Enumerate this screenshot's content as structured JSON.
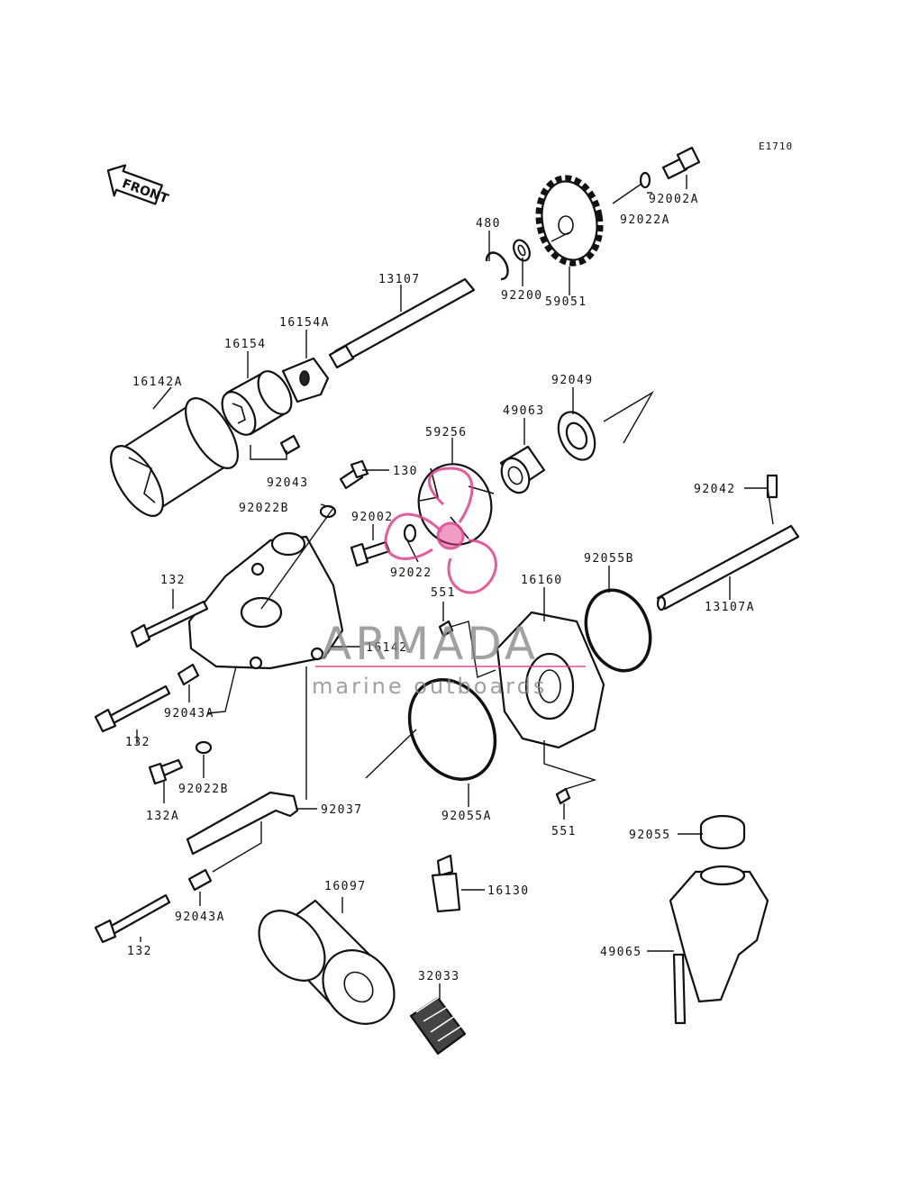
{
  "diagram_code": "E1710",
  "front_label": "FRONT",
  "watermark": {
    "brand": "ARMADA",
    "tagline": "marine outboards",
    "accent": "#e0408a"
  },
  "labels": {
    "p16142A": "16142A",
    "p16154": "16154",
    "p16154A": "16154A",
    "p13107": "13107",
    "p480": "480",
    "p92200": "92200",
    "p59051": "59051",
    "p92022A": "92022A",
    "p92002A": "92002A",
    "p92049": "92049",
    "p49063": "49063",
    "p59256": "59256",
    "p92043": "92043",
    "p130": "130",
    "p92022B_top": "92022B",
    "p92002": "92002",
    "p92022": "92022",
    "p92042": "92042",
    "p13107A": "13107A",
    "p92055B": "92055B",
    "p16160": "16160",
    "p551_top": "551",
    "p132_a": "132",
    "p16142": "16142",
    "p92043A_top": "92043A",
    "p132_b": "132",
    "p92022B_bottom": "92022B",
    "p132A": "132A",
    "p92037": "92037",
    "p92055A": "92055A",
    "p551_bottom": "551",
    "p92055": "92055",
    "p16097": "16097",
    "p16130": "16130",
    "p92043A_bottom": "92043A",
    "p132_c": "132",
    "p32033": "32033",
    "p49065": "49065"
  }
}
